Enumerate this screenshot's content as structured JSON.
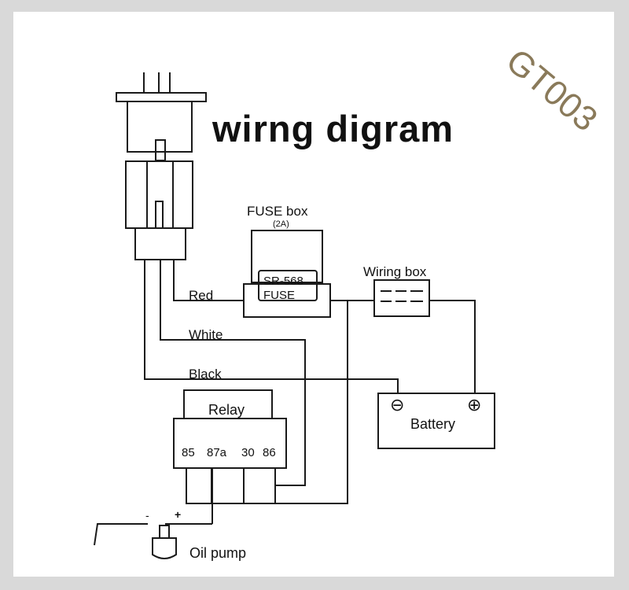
{
  "title": "wirng digram",
  "watermark": "GT003",
  "components": {
    "fuse_box": {
      "label": "FUSE box",
      "rating": "(2A)",
      "model": "SR-568",
      "fuse": "FUSE"
    },
    "wiring_box": {
      "label": "Wiring box"
    },
    "relay": {
      "label": "Relay",
      "pins": [
        "85",
        "87a",
        "30",
        "86"
      ]
    },
    "battery": {
      "label": "Battery",
      "neg": "⊖",
      "pos": "⊕"
    },
    "oil_pump": {
      "label": "Oil pump",
      "minus": "-",
      "plus": "+"
    }
  },
  "wires": {
    "red": "Red",
    "white": "White",
    "black": "Black"
  },
  "colors": {
    "background": "#d9d9d9",
    "paper": "#ffffff",
    "line": "#1a1a1a",
    "watermark": "#8a7a5a"
  }
}
